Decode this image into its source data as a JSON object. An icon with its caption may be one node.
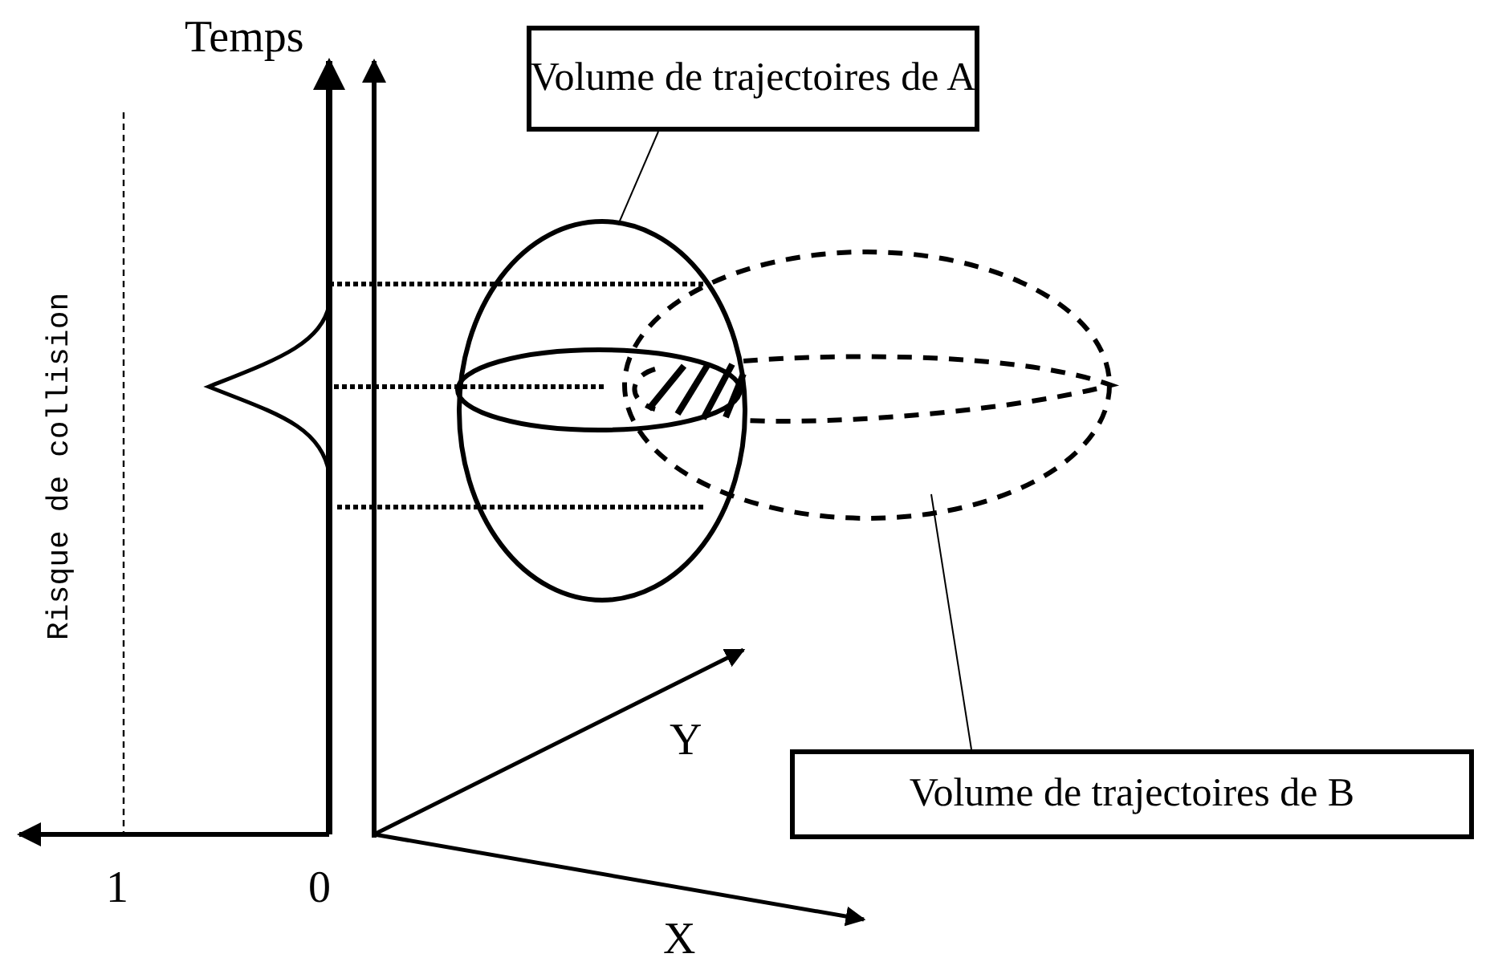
{
  "diagram": {
    "nodes": [
      {
        "text": [
          "Volume de trajectoires de A"
        ]
      },
      {
        "text": [],
        "shape": "ellipse"
      },
      {
        "text": [],
        "shape": "ellipse"
      },
      {
        "text": [
          "Volume de trajectoires de B"
        ]
      }
    ],
    "edges": [
      {
        "from": 0,
        "to": 1,
        "arrow": "none"
      },
      {
        "from": 3,
        "to": 2,
        "arrow": "none"
      }
    ],
    "labels": [
      "Temps",
      "Risque de collision",
      "1",
      "0",
      "Y",
      "X"
    ]
  }
}
